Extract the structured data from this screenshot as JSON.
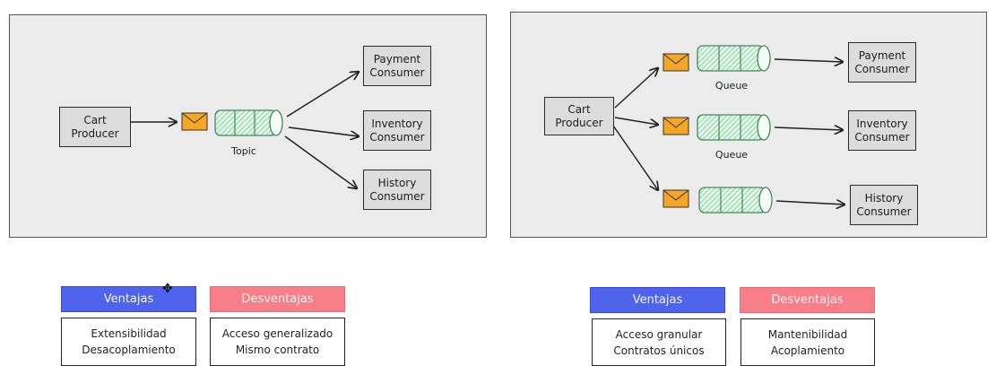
{
  "left": {
    "producer": [
      "Cart",
      "Producer"
    ],
    "channel_label": "Topic",
    "consumers": [
      [
        "Payment",
        "Consumer"
      ],
      [
        "Inventory",
        "Consumer"
      ],
      [
        "History",
        "Consumer"
      ]
    ],
    "pros_title": "Ventajas",
    "pros": [
      "Extensibilidad",
      "Desacoplamiento"
    ],
    "cons_title": "Desventajas",
    "cons": [
      "Acceso generalizado",
      "Mismo contrato"
    ]
  },
  "right": {
    "producer": [
      "Cart",
      "Producer"
    ],
    "queue_labels": [
      "Queue",
      "Queue"
    ],
    "consumers": [
      [
        "Payment",
        "Consumer"
      ],
      [
        "Inventory",
        "Consumer"
      ],
      [
        "History",
        "Consumer"
      ]
    ],
    "pros_title": "Ventajas",
    "pros": [
      "Acceso granular",
      "Contratos únicos"
    ],
    "cons_title": "Desventajas",
    "cons": [
      "Mantenibilidad",
      "Acoplamiento"
    ]
  },
  "colors": {
    "pros": "#4f63ed",
    "cons": "#f77f89",
    "envelope": "#f5a623",
    "queue": "#bfe8cc"
  },
  "icons": [
    "envelope-icon",
    "queue-cylinder-icon",
    "cursor-move-icon"
  ]
}
